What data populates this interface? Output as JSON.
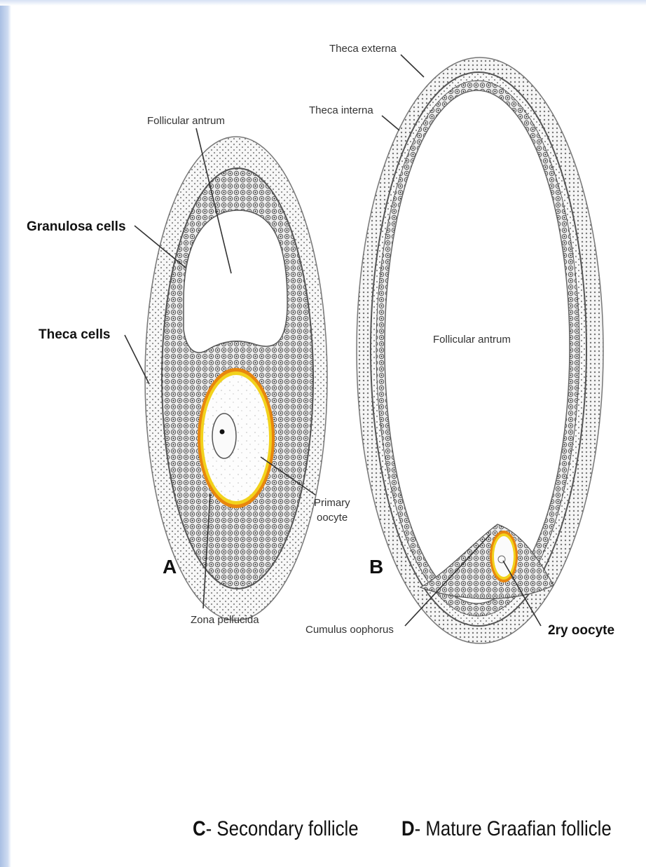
{
  "figure_a": {
    "letter": "A",
    "labels": {
      "follicular_antrum": "Follicular antrum",
      "granulosa_cells": "Granulosa cells",
      "theca_cells": "Theca cells",
      "primary_oocyte_line1": "Primary",
      "primary_oocyte_line2": "oocyte",
      "zona_pellucida": "Zona pellucida"
    }
  },
  "figure_b": {
    "letter": "B",
    "labels": {
      "theca_externa": "Theca externa",
      "theca_interna": "Theca interna",
      "follicular_antrum": "Follicular antrum",
      "cumulus_oophorus": "Cumulus oophorus",
      "secondary_oocyte": "2ry oocyte"
    }
  },
  "captions": {
    "c_letter": "C",
    "c_text": "- Secondary follicle",
    "d_letter": "D",
    "d_text": "- Mature Graafian follicle"
  },
  "colors": {
    "zona_outer": "#e8860e",
    "zona_inner": "#f2d21c",
    "tissue_dark": "#6a6a6a",
    "tissue_light": "#9a9a9a"
  }
}
